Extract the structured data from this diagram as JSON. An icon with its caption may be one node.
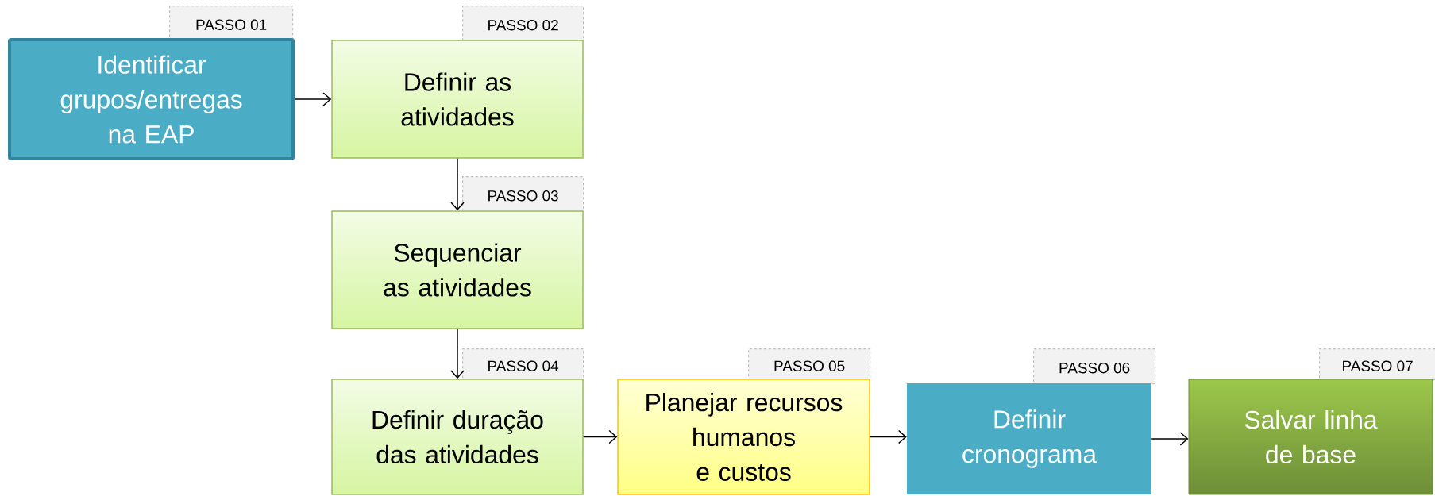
{
  "diagram": {
    "nodes": [
      {
        "text": [
          "Identificar grupos/entregas na EAP"
        ],
        "beside": [
          "PASSO 01"
        ]
      },
      {
        "text": [
          "Definir as atividades"
        ],
        "beside": [
          "PASSO 02"
        ]
      },
      {
        "text": [
          "Sequenciar as atividades"
        ],
        "beside": [
          "PASSO 03"
        ]
      },
      {
        "text": [
          "Definir duração das atividades"
        ],
        "beside": [
          "PASSO 04"
        ]
      },
      {
        "text": [
          "Planejar recursos humanos e custos"
        ],
        "beside": [
          "PASSO 05"
        ]
      },
      {
        "text": [
          "Definir cronograma"
        ],
        "beside": [
          "PASSO 06"
        ]
      },
      {
        "text": [
          "Salvar linha de base"
        ],
        "beside": [
          "PASSO 07"
        ]
      }
    ],
    "edges": [
      {
        "from": 0,
        "to": 1,
        "arrow": "to"
      },
      {
        "from": 1,
        "to": 2,
        "arrow": "to"
      },
      {
        "from": 2,
        "to": 3,
        "arrow": "to"
      },
      {
        "from": 3,
        "to": 4,
        "arrow": "to"
      },
      {
        "from": 4,
        "to": 5,
        "arrow": "to"
      },
      {
        "from": 5,
        "to": 6,
        "arrow": "to"
      }
    ]
  }
}
